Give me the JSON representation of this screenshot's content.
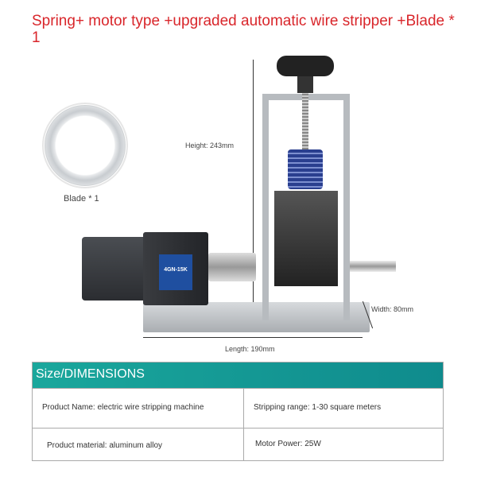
{
  "title": "Spring+ motor type +upgraded automatic wire stripper +Blade * 1",
  "blade_label": "Blade * 1",
  "dimensions": {
    "height": "Height: 243mm",
    "width": "Width: 80mm",
    "length": "Length: 190mm"
  },
  "motor_label": {
    "model": "4GN-15K"
  },
  "table": {
    "header": "Size/DIMENSIONS",
    "rows": [
      [
        "Product Name: electric wire stripping machine",
        "Stripping range: 1-30 square meters"
      ],
      [
        "Product material: aluminum alloy",
        "Motor Power: 25W"
      ]
    ]
  },
  "colors": {
    "title": "#d9262b",
    "header": "#129a95",
    "spring": "#2a3f8f"
  }
}
